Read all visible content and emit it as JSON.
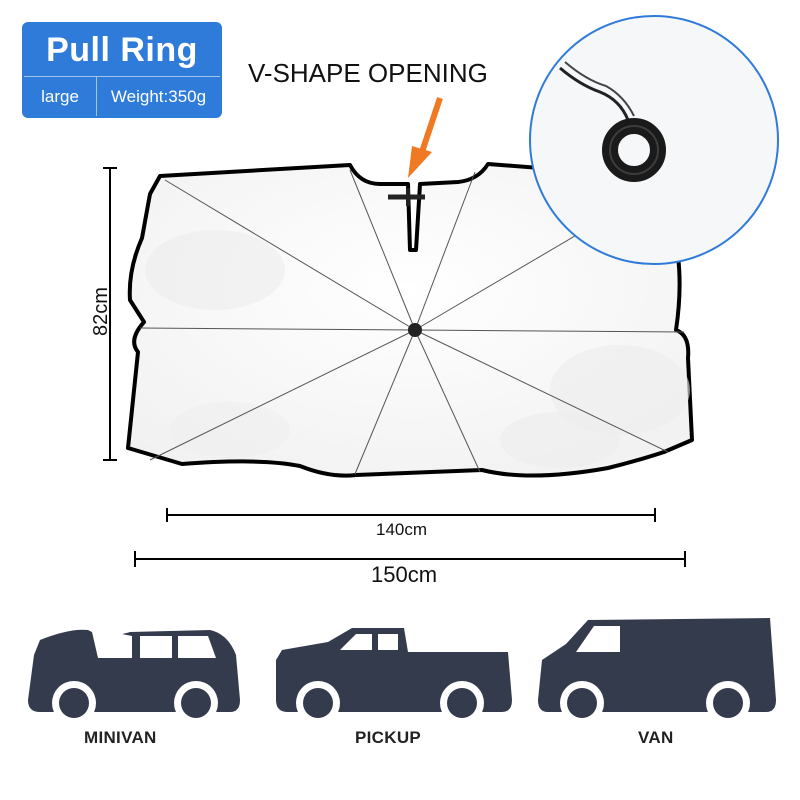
{
  "spec_card": {
    "title": "Pull Ring",
    "size": "large",
    "weight": "Weight:350g"
  },
  "callout_text": "V-SHAPE OPENING",
  "dimensions": {
    "height": "82cm",
    "inner_width": "140cm",
    "outer_width": "150cm"
  },
  "vehicles": [
    {
      "label": "MINIVAN",
      "icon": "minivan-icon"
    },
    {
      "label": "PICKUP",
      "icon": "pickup-icon"
    },
    {
      "label": "VAN",
      "icon": "van-icon"
    }
  ],
  "colors": {
    "accent": "#2f7bd9",
    "arrow": "#f07a24",
    "vehicle": "#343b4d"
  }
}
